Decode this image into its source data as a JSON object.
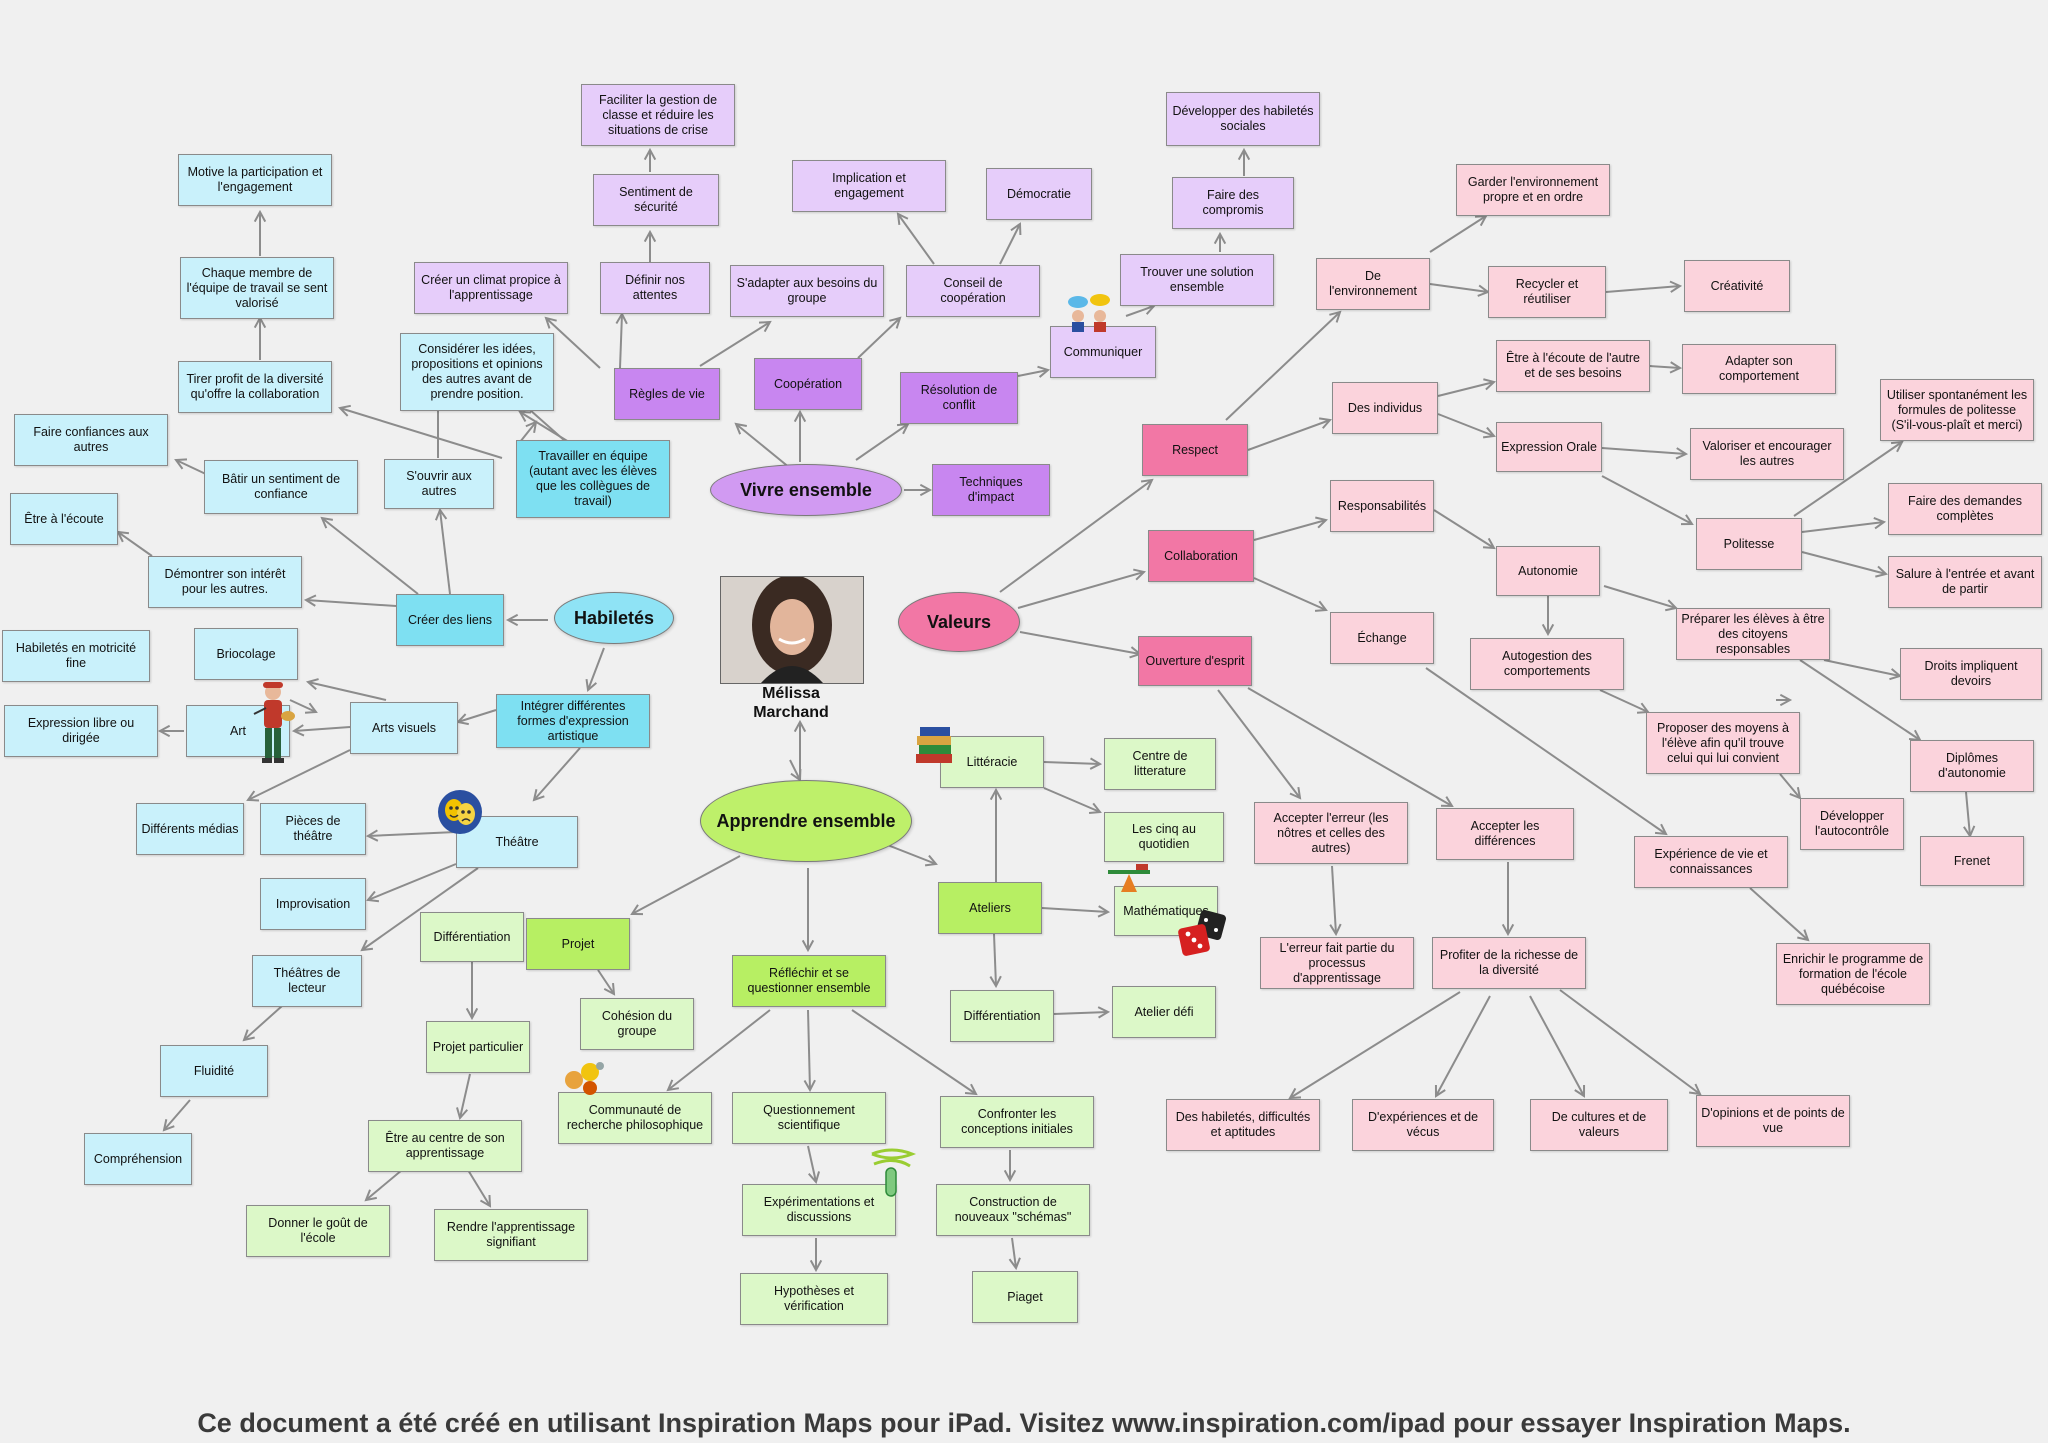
{
  "center": {
    "first_name": "Mélissa",
    "last_name": "Marchand"
  },
  "branches": {
    "habiletes": "Habiletés",
    "vivre": "Vivre ensemble",
    "valeurs": "Valeurs",
    "apprendre": "Apprendre ensemble"
  },
  "nodes": {
    "n1": "Motive la participation et l'engagement",
    "n2": "Chaque membre de l'équipe de travail se sent valorisé",
    "n3": "Tirer profit de la diversité qu'offre la collaboration",
    "n4": "Considérer les idées, propositions et opinions des autres avant de prendre position.",
    "n5": "Créer un climat propice à l'apprentissage",
    "n6": "Faire confiances aux autres",
    "n7": "Bâtir un sentiment de confiance",
    "n8": "S'ouvrir aux autres",
    "n9": "Travailler en équipe (autant avec les élèves que les collègues de travail)",
    "n10": "Être à l'écoute",
    "n11": "Démontrer son intérêt pour les autres.",
    "n12": "Créer des liens",
    "n13": "Habiletés en motricité fine",
    "n14": "Briocolage",
    "n15": "Expression libre ou dirigée",
    "n16": "Art",
    "n17": "Arts visuels",
    "n18": "Intégrer  différentes formes d'expression artistique",
    "n19": "Différents médias",
    "n20": "Pièces de théâtre",
    "n21": "Théâtre",
    "n22": "Improvisation",
    "n23": "Théâtres de lecteur",
    "n24": "Fluidité",
    "n25": "Compréhension",
    "n26": "Faciliter la gestion de classe et réduire les situations de crise",
    "n27": "Sentiment de sécurité",
    "n28": "Définir nos attentes",
    "n29": "Règles de vie",
    "n30": "Implication et engagement",
    "n31": "Démocratie",
    "n32": "S'adapter aux besoins du groupe",
    "n33": "Conseil de coopération",
    "n34": "Coopération",
    "n35": "Résolution de conflit",
    "n36": "Développer des habiletés sociales",
    "n37": "Faire des compromis",
    "n38": "Trouver une solution ensemble",
    "n39": "Communiquer",
    "n40": "Techniques d'impact",
    "n41": "Garder l'environnement propre et en ordre",
    "n42": "De l'environnement",
    "n43": "Recycler et réutiliser",
    "n44": "Créativité",
    "n45": "Être à l'écoute de l'autre et de ses besoins",
    "n46": "Adapter son comportement",
    "n47": "Des individus",
    "n48": "Respect",
    "n49": "Expression Orale",
    "n50": "Valoriser et encourager les autres",
    "n51": "Utiliser spontanément les formules de politesse (S'il-vous-plaît et merci)",
    "n52": "Responsabilités",
    "n53": "Faire des demandes complètes",
    "n54": "Politesse",
    "n55": "Collaboration",
    "n56": "Autonomie",
    "n57": "Salure à l'entrée et avant de partir",
    "n58": "Échange",
    "n59": "Préparer les élèves à être des citoyens responsables",
    "n60": "Ouverture d'esprit",
    "n61": "Autogestion des comportements",
    "n62": "Droits impliquent devoirs",
    "n63": "Proposer des moyens à l'élève afin qu'il trouve celui qui lui convient",
    "n64": "Diplômes d'autonomie",
    "n65": "Développer l'autocontrôle",
    "n66": "Accepter l'erreur (les nôtres et celles des autres)",
    "n67": "Accepter les différences",
    "n68": "Expérience de vie et connaissances",
    "n69": "Frenet",
    "n70": "L'erreur fait partie du processus d'apprentissage",
    "n71": "Profiter de la richesse de la diversité",
    "n72": "Enrichir le programme de formation de l'école québécoise",
    "n73": "Des habiletés, difficultés  et aptitudes",
    "n74": "D'expériences et de vécus",
    "n75": "De cultures et de valeurs",
    "n76": "D'opinions et de points de vue",
    "n77": "Littéracie",
    "n78": "Centre de litterature",
    "n79": "Les cinq au quotidien",
    "n80": "Ateliers",
    "n81": "Mathématiques",
    "n82": "Différentiation",
    "n83": "Atelier défi",
    "n84": "Différentiation",
    "n85": "Projet",
    "n86": "Cohésion du groupe",
    "n87": "Projet particulier",
    "n88": "Réfléchir et se questionner ensemble",
    "n89": "Communauté de recherche philosophique",
    "n90": "Questionnement scientifique",
    "n91": "Confronter les conceptions initiales",
    "n92": "Être au centre de son apprentissage",
    "n93": "Expérimentations et discussions",
    "n94": "Construction de nouveaux \"schémas\"",
    "n95": "Donner le goût de l'école",
    "n96": "Rendre l'apprentissage signifiant",
    "n97": "Hypothèses et vérification",
    "n98": "Piaget"
  },
  "footer": "Ce document a été créé en utilisant Inspiration Maps pour iPad. Visitez www.inspiration.com/ipad pour essayer Inspiration Maps.",
  "colors": {
    "habiletes": "#8fe3f5",
    "vivre": "#d19af2",
    "valeurs": "#f277a5",
    "apprendre": "#bef06a"
  },
  "icons": [
    "theatre-masks-icon",
    "painter-icon",
    "books-icon",
    "scale-icon",
    "dice-icon",
    "communicate-people-icon",
    "philosophy-icon",
    "test-tube-icon"
  ]
}
